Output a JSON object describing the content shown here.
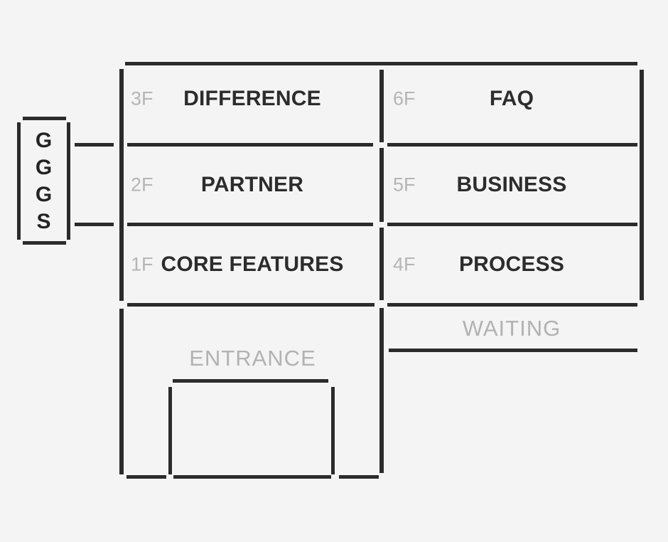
{
  "colors": {
    "background": "#f4f4f5",
    "line": "#2b2b2b",
    "room_label": "#2c2c2c",
    "muted_text": "#b3b3b3"
  },
  "elevator": {
    "letters": [
      "G",
      "G",
      "G",
      "S"
    ]
  },
  "floors": {
    "left": [
      {
        "floor": "3F",
        "label": "DIFFERENCE"
      },
      {
        "floor": "2F",
        "label": "PARTNER"
      },
      {
        "floor": "1F",
        "label": "CORE FEATURES"
      }
    ],
    "right": [
      {
        "floor": "6F",
        "label": "FAQ"
      },
      {
        "floor": "5F",
        "label": "BUSINESS"
      },
      {
        "floor": "4F",
        "label": "PROCESS"
      }
    ]
  },
  "areas": {
    "entrance": "ENTRANCE",
    "waiting": "WAITING"
  }
}
